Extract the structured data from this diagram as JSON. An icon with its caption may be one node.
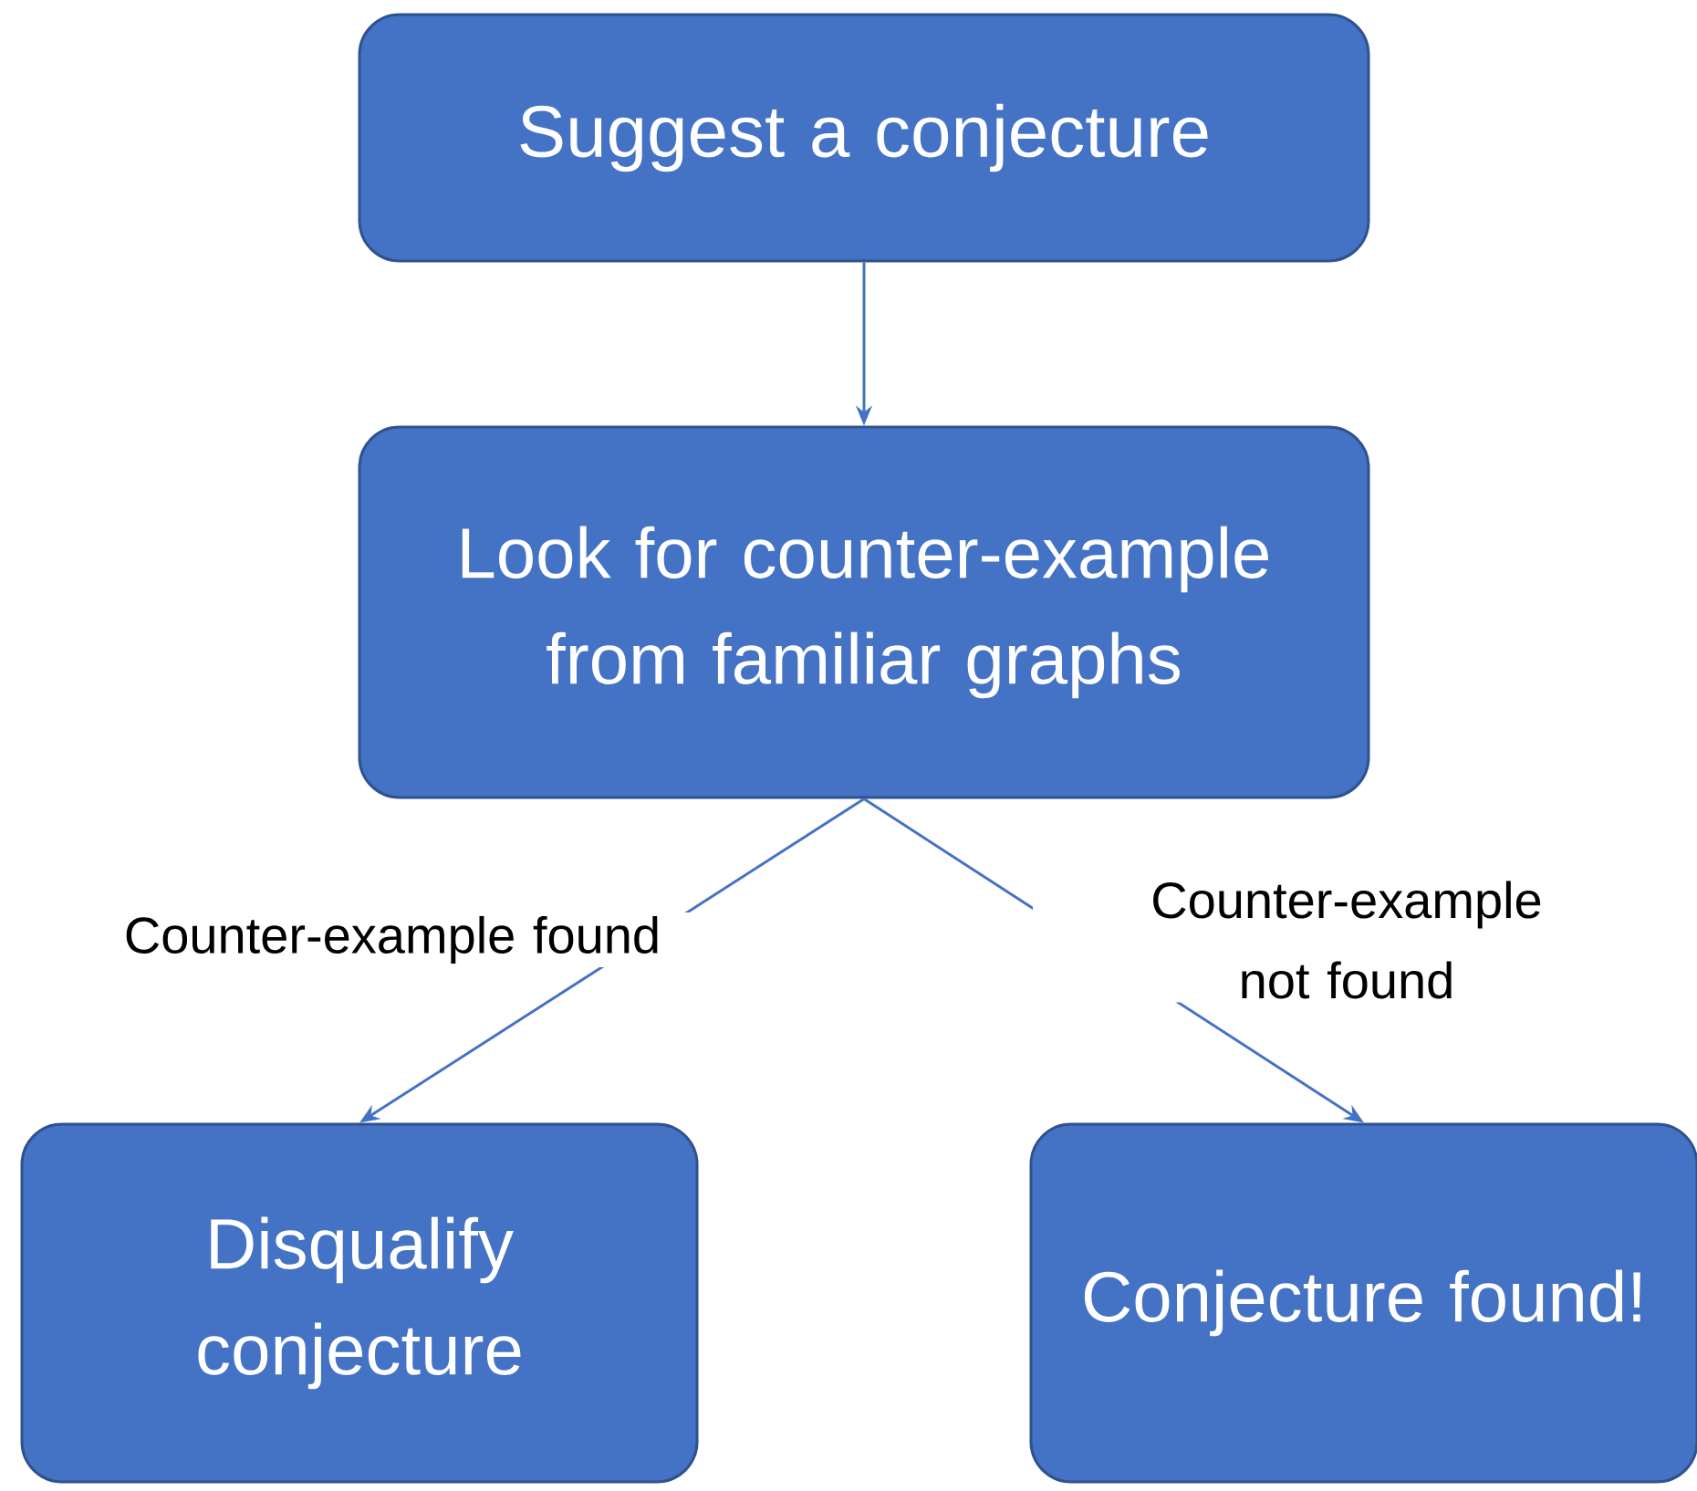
{
  "diagram": {
    "nodes": [
      {
        "text": [
          "Suggest a conjecture"
        ]
      },
      {
        "text": [
          "Look for counter-example from familiar graphs"
        ]
      },
      {
        "text": [
          "Disqualify conjecture"
        ]
      },
      {
        "text": [
          "Conjecture found!"
        ]
      }
    ],
    "edges": [
      {
        "from": 0,
        "to": 1,
        "arrow": "to"
      },
      {
        "from": 1,
        "to": 2,
        "arrow": "to",
        "label": "Counter-example found"
      },
      {
        "from": 1,
        "to": 3,
        "arrow": "to",
        "label": "Counter-example not found"
      }
    ]
  }
}
